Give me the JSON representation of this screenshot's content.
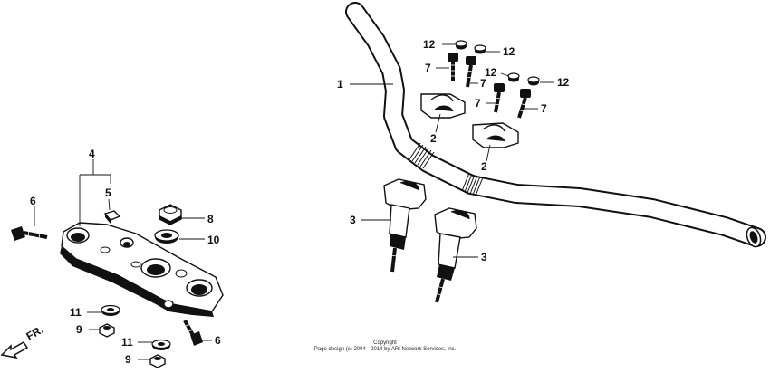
{
  "callouts": {
    "c1": "1",
    "c2a": "2",
    "c2b": "2",
    "c3a": "3",
    "c3b": "3",
    "c4": "4",
    "c5": "5",
    "c6a": "6",
    "c6b": "6",
    "c7a": "7",
    "c7b": "7",
    "c7c": "7",
    "c7d": "7",
    "c8": "8",
    "c9a": "9",
    "c9b": "9",
    "c10": "10",
    "c11a": "11",
    "c11b": "11",
    "c12a": "12",
    "c12b": "12",
    "c12c": "12",
    "c12d": "12"
  },
  "direction_label": "FR.",
  "copyright": {
    "line1": "Copyright",
    "line2": "Page design (c) 2004 - 2014 by ARI Network Services, Inc."
  }
}
